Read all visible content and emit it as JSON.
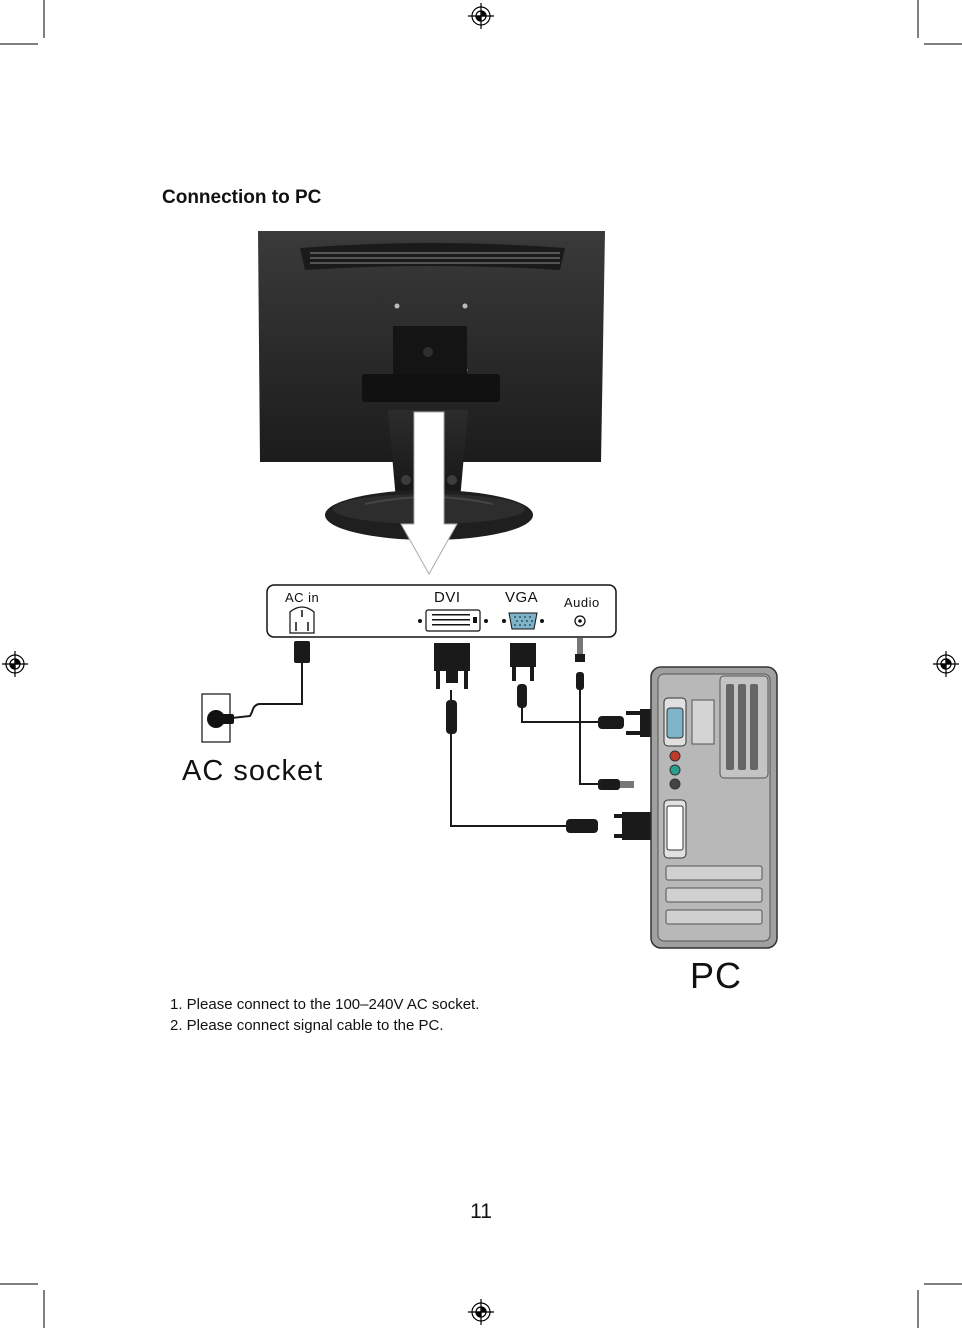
{
  "page": {
    "title": "Connection to PC",
    "page_number": "11"
  },
  "panel": {
    "ac_in_label": "AC in",
    "dvi_label": "DVI",
    "vga_label": "VGA",
    "audio_label": "Audio"
  },
  "labels": {
    "ac_socket": "AC socket",
    "pc": "PC"
  },
  "instructions": [
    "1. Please connect to the 100–240V AC socket.",
    "2. Please connect signal cable to the PC."
  ],
  "icons": [
    "registration-mark-icon",
    "crop-mark-icon",
    "down-arrow-icon",
    "power-outlet-icon"
  ],
  "colors": {
    "monitor_body": "#2a2a2a",
    "pc_case": "#9a9a9a",
    "vga_port": "#7fb3c8",
    "cable": "#1a1a1a"
  }
}
